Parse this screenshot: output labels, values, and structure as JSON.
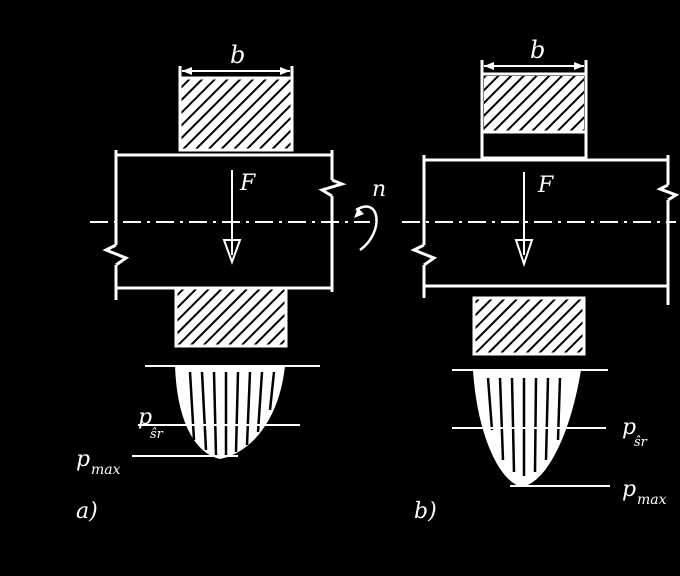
{
  "panels": [
    {
      "id": "a",
      "label": "a)",
      "width_label": "b",
      "force_label": "F",
      "rotation_label": "n",
      "avg_pressure_label": "p",
      "avg_pressure_sub": "ŝr",
      "max_pressure_label": "p",
      "max_pressure_sub": "max"
    },
    {
      "id": "b",
      "label": "b)",
      "width_label": "b",
      "force_label": "F",
      "avg_pressure_label": "p",
      "avg_pressure_sub": "ŝr",
      "max_pressure_label": "p",
      "max_pressure_sub": "max"
    }
  ],
  "colors": {
    "background": "#000000",
    "ink": "#ffffff"
  }
}
